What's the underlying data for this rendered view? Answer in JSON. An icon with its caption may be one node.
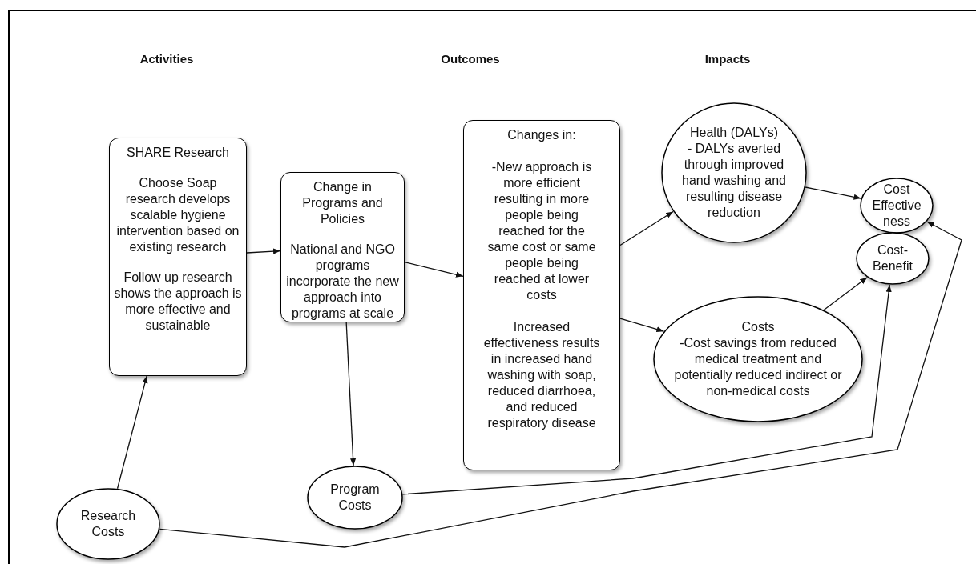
{
  "diagram": {
    "nodes": [
      {
        "text": [
          "SHARE Research",
          "Choose Soap research develops scalable hygiene intervention based on existing research",
          "Follow up research shows the approach is more effective and sustainable"
        ]
      },
      {
        "text": [
          "Change in Programs and Policies",
          "National and NGO programs incorporate the new approach into programs at scale"
        ]
      },
      {
        "text": [
          "Changes in:",
          "-New approach is more efficient resulting in more people being reached for the same cost or same people being reached at lower costs",
          "Increased effectiveness results in increased hand washing with soap, reduced diarrhoea, and reduced respiratory disease"
        ]
      },
      {
        "text": [
          "Health (DALYs)",
          "- DALYs averted through improved hand washing and resulting disease reduction"
        ]
      },
      {
        "text": [
          "Cost Effective ness"
        ]
      },
      {
        "text": [
          "Cost- Benefit"
        ]
      },
      {
        "text": [
          "Costs",
          "-Cost savings from reduced medical treatment and potentially reduced indirect or non-medical costs"
        ]
      },
      {
        "text": [
          "Research Costs"
        ]
      },
      {
        "text": [
          "Program Costs"
        ]
      }
    ],
    "edges": [
      {
        "from": 7,
        "to": 0,
        "arrow": "to"
      },
      {
        "from": 0,
        "to": 1,
        "arrow": "to"
      },
      {
        "from": 1,
        "to": 2,
        "arrow": "to"
      },
      {
        "from": 1,
        "to": 8,
        "arrow": "to"
      },
      {
        "from": 2,
        "to": 3,
        "arrow": "to"
      },
      {
        "from": 2,
        "to": 6,
        "arrow": "to"
      },
      {
        "from": 3,
        "to": 4,
        "arrow": "to"
      },
      {
        "from": 7,
        "to": 4,
        "arrow": "to"
      },
      {
        "from": 8,
        "to": 5,
        "arrow": "to"
      },
      {
        "from": 6,
        "to": 5,
        "arrow": "to"
      }
    ],
    "labels": [
      "Activities",
      "Outcomes",
      "Impacts"
    ]
  }
}
